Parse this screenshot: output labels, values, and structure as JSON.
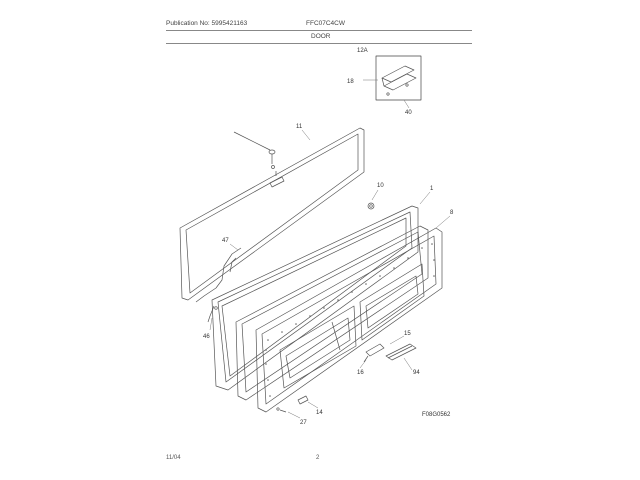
{
  "header": {
    "publication": "Publication No: 5995421163",
    "model": "FFC07C4CW",
    "section": "DOOR"
  },
  "footer": {
    "date": "11/04",
    "page": "2"
  },
  "diagram": {
    "figure_ref": "F08G0562",
    "callouts": {
      "c12a": "12A",
      "c18": "18",
      "c40": "40",
      "c11": "11",
      "c10": "10",
      "c1": "1",
      "c8": "8",
      "c47": "47",
      "c46": "46",
      "c15": "15",
      "c16": "16",
      "c94": "94",
      "c14": "14",
      "c27": "27"
    }
  }
}
